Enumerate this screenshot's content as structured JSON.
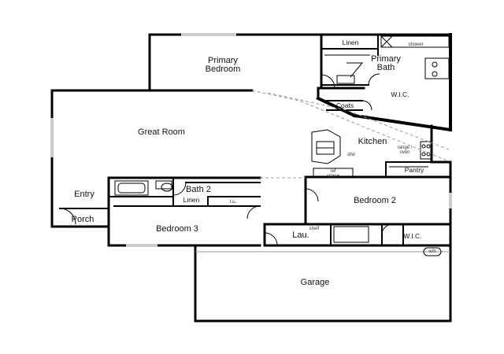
{
  "rooms": {
    "primary_bedroom": [
      "Primary",
      "Bedroom"
    ],
    "primary_bath": [
      "Primary",
      "Bath"
    ],
    "linen_upper": "Linen",
    "shower": "shower",
    "wic_upper": "W.I.C.",
    "coats": "Coats",
    "great_room": "Great Room",
    "kitchen": "Kitchen",
    "range_oven": [
      "range /",
      "oven"
    ],
    "dw": "d/w",
    "ref_space": [
      "ref",
      "space"
    ],
    "pantry": "Pantry",
    "entry": "Entry",
    "porch": "Porch",
    "bath_2": "Bath 2",
    "linen_lower": "Linen",
    "tub": "t.u.",
    "bedroom_2": "Bedroom 2",
    "bedroom_3": "Bedroom 3",
    "shelf": "shelf",
    "laundry": "Lau.",
    "wic_lower": "W.I.C.",
    "wh": "w/h",
    "garage": "Garage"
  }
}
